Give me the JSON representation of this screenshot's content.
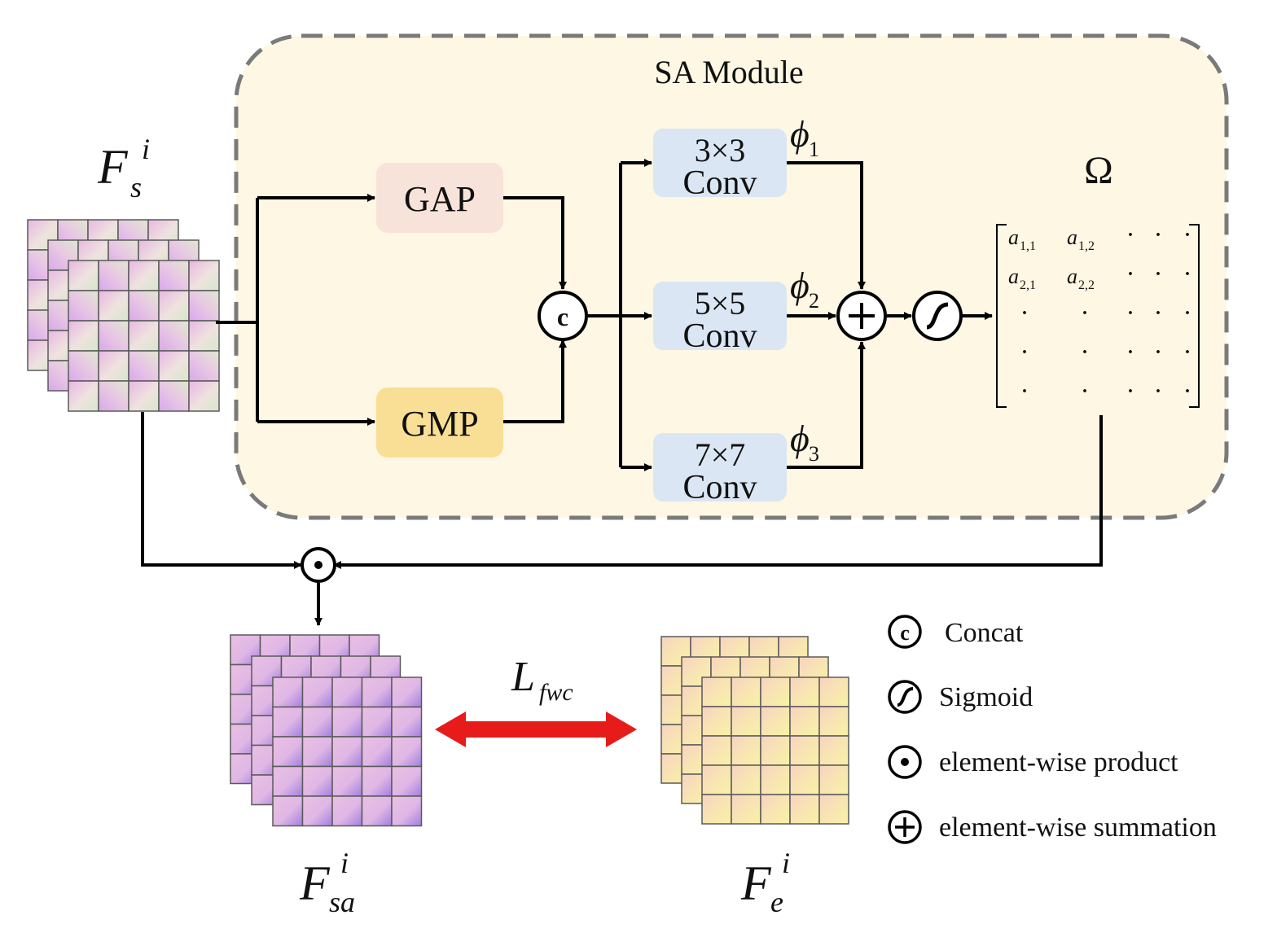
{
  "module": {
    "title": "SA Module",
    "bg_color": "#fdf7e3",
    "border_color": "#7a7a7a"
  },
  "inputs": {
    "fs": {
      "base": "F",
      "sub": "s",
      "sup": "i"
    },
    "fsa": {
      "base": "F",
      "sub": "sa",
      "sup": "i"
    },
    "fe": {
      "base": "F",
      "sub": "e",
      "sup": "i"
    }
  },
  "pool": {
    "gap": {
      "label": "GAP",
      "color": "#f8e3da"
    },
    "gmp": {
      "label": "GMP",
      "color": "#f9df95"
    }
  },
  "convs": [
    {
      "size": "3×3",
      "word": "Conv",
      "phi": "ϕ",
      "phi_sub": "1"
    },
    {
      "size": "5×5",
      "word": "Conv",
      "phi": "ϕ",
      "phi_sub": "2"
    },
    {
      "size": "7×7",
      "word": "Conv",
      "phi": "ϕ",
      "phi_sub": "3"
    }
  ],
  "conv_color": "#dae6f3",
  "operators": {
    "concat": "c",
    "plus": "+"
  },
  "omega": {
    "symbol": "Ω",
    "entries": [
      {
        "a": "a",
        "sub": "1,1"
      },
      {
        "a": "a",
        "sub": "1,2"
      },
      {
        "a": "a",
        "sub": "2,1"
      },
      {
        "a": "a",
        "sub": "2,2"
      }
    ],
    "dot": "·"
  },
  "loss": {
    "base": "L",
    "sub": "fwc",
    "color": "#e81b1b"
  },
  "legend": [
    {
      "symbol": "concat",
      "glyph": "c",
      "label": "Concat"
    },
    {
      "symbol": "sigmoid",
      "glyph": "",
      "label": "Sigmoid"
    },
    {
      "symbol": "product",
      "glyph": "",
      "label": "element-wise product"
    },
    {
      "symbol": "sum",
      "glyph": "+",
      "label": "element-wise summation"
    }
  ],
  "palette": {
    "fs": [
      "#e9b6e3",
      "#dfe8cf",
      "#d5a9e8"
    ],
    "fsa": [
      "#a98ae6",
      "#e6c1e1",
      "#9f7fdc"
    ],
    "fe": [
      "#f7ec9e",
      "#f6d4c0",
      "#f8f0a6"
    ]
  }
}
